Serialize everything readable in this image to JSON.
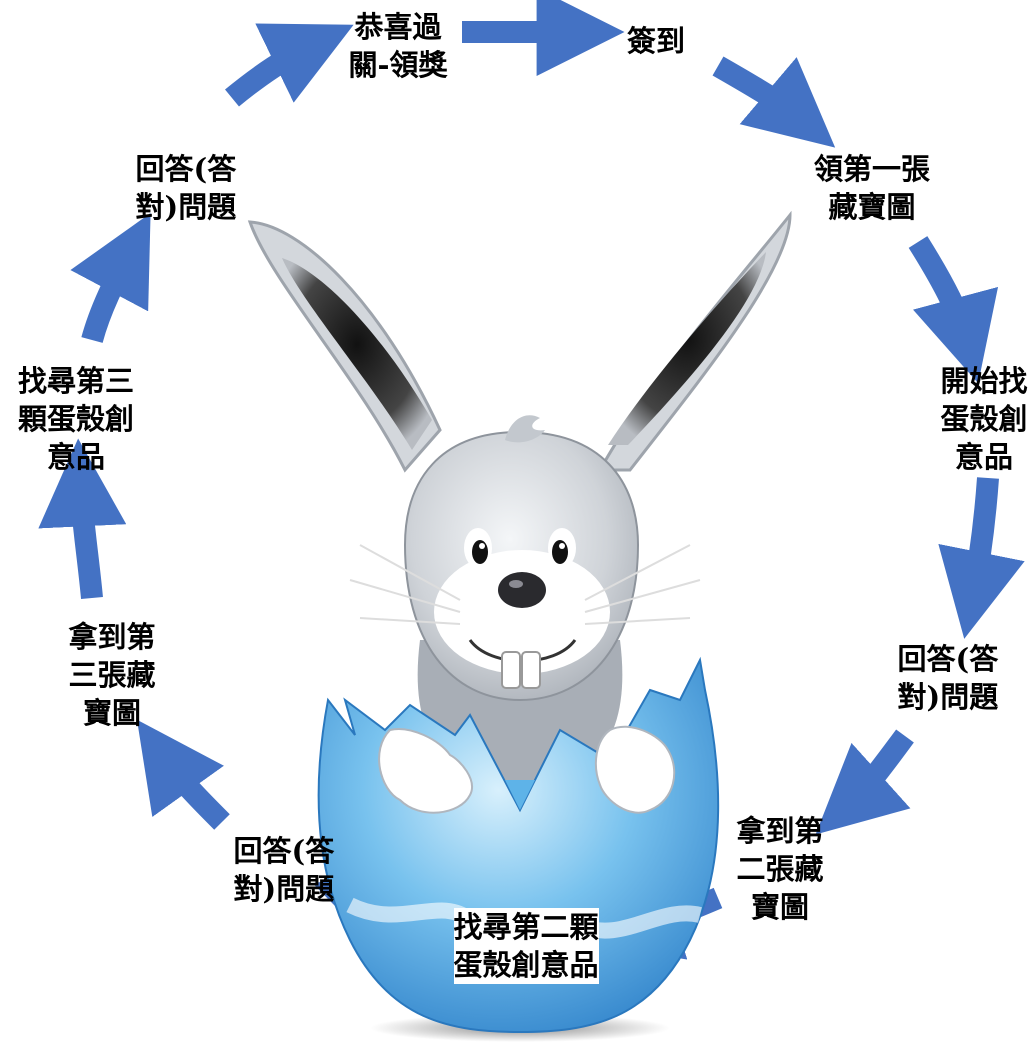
{
  "colors": {
    "arrow": "#4472C4",
    "egg_light": "#BFE3F8",
    "egg_mid": "#5EB3E8",
    "egg_dark": "#2E86CF",
    "fur": "#C9CDD3",
    "fur_shadow": "#9EA4AC",
    "ear_inner": "#1D1D1D",
    "text": "#000000"
  },
  "illustration": {
    "subject": "cartoon bunny hatching from a cracked blue egg",
    "icon": "rabbit-in-egg-icon"
  },
  "steps": [
    {
      "id": "congrats",
      "lines": [
        "恭喜過",
        "關-領獎"
      ]
    },
    {
      "id": "sign-in",
      "lines": [
        "簽到"
      ]
    },
    {
      "id": "first-map",
      "lines": [
        "領第一張",
        "藏寶圖"
      ]
    },
    {
      "id": "start-search",
      "lines": [
        "開始找",
        "蛋殼創",
        "意品"
      ]
    },
    {
      "id": "answer-1",
      "lines": [
        "回答(答",
        "對)問題"
      ]
    },
    {
      "id": "second-map",
      "lines": [
        "拿到第",
        "二張藏",
        "寶圖"
      ]
    },
    {
      "id": "second-egg",
      "lines": [
        "找尋第二顆",
        "蛋殼創意品"
      ]
    },
    {
      "id": "answer-2",
      "lines": [
        "回答(答",
        "對)問題"
      ]
    },
    {
      "id": "third-map",
      "lines": [
        "拿到第",
        "三張藏",
        "寶圖"
      ]
    },
    {
      "id": "third-egg",
      "lines": [
        "找尋第三",
        "顆蛋殼創",
        "意品"
      ]
    },
    {
      "id": "answer-3",
      "lines": [
        "回答(答",
        "對)問題"
      ]
    }
  ]
}
